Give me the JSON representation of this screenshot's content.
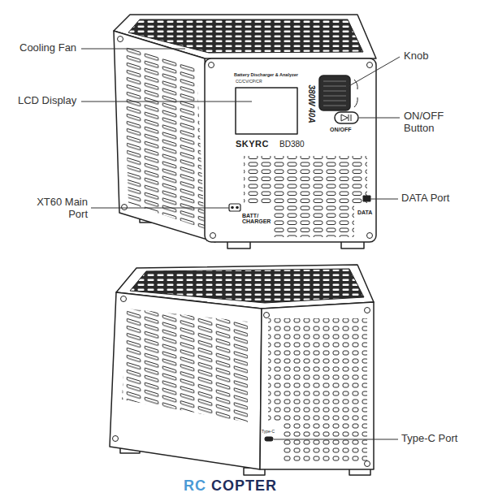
{
  "diagram": {
    "labels": [
      "Cooling Fan",
      "LCD Display",
      "XT60 Main Port",
      "Knob",
      "ON/OFF Button",
      "DATA Port",
      "Type-C Port",
      "Battery Discharger & Analyzer",
      "CC/CV/CP/CR",
      "380W 40A",
      "SKYRC",
      "BD380",
      "ON/OFF",
      "BATT/ CHARGER",
      "DATA",
      "Type-C",
      "RC",
      "COPTER"
    ]
  }
}
